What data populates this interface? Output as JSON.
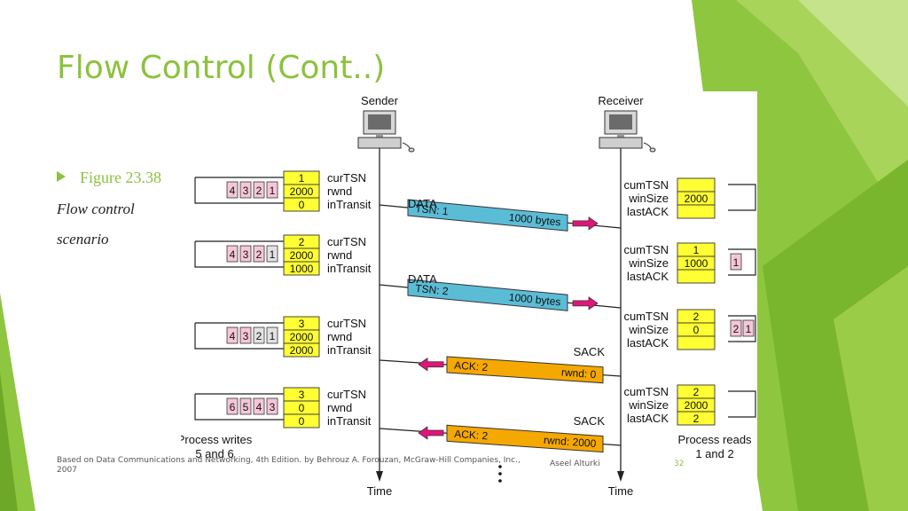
{
  "slide": {
    "title": "Flow Control (Cont..)",
    "bullet": "Figure 23.38",
    "caption_line1": "Flow control",
    "caption_line2": "scenario",
    "page_number": "32"
  },
  "footer": {
    "line1": "Based on Data Communications and Networking, 4th Edition. by Behrouz A. Forouzan,   McGraw-Hill Companies, Inc.,",
    "line2": "2007",
    "author": "Aseel Alturki"
  },
  "figure": {
    "sender_label": "Sender",
    "receiver_label": "Receiver",
    "time_label": "Time",
    "process_writes": [
      "Process writes",
      "5 and 6"
    ],
    "process_reads": [
      "Process reads",
      "1 and 2"
    ],
    "sender_fields": [
      "curTSN",
      "rwnd",
      "inTransit"
    ],
    "receiver_fields": [
      "cumTSN",
      "winSize",
      "lastACK"
    ],
    "sender_states": [
      {
        "buffer": [
          "4",
          "3",
          "2",
          "1"
        ],
        "shaded": [],
        "values": [
          "1",
          "2000",
          "0"
        ]
      },
      {
        "buffer": [
          "4",
          "3",
          "2",
          "1"
        ],
        "shaded": [
          "1"
        ],
        "values": [
          "2",
          "2000",
          "1000"
        ]
      },
      {
        "buffer": [
          "4",
          "3",
          "2",
          "1"
        ],
        "shaded": [
          "2",
          "1"
        ],
        "values": [
          "3",
          "2000",
          "2000"
        ]
      },
      {
        "buffer": [
          "6",
          "5",
          "4",
          "3"
        ],
        "shaded": [],
        "values": [
          "3",
          "0",
          "0"
        ]
      }
    ],
    "receiver_states": [
      {
        "values": [
          "",
          "2000",
          ""
        ],
        "buffer": []
      },
      {
        "values": [
          "1",
          "1000",
          ""
        ],
        "buffer": [
          "1"
        ]
      },
      {
        "values": [
          "2",
          "0",
          ""
        ],
        "buffer": [
          "2",
          "1"
        ]
      },
      {
        "values": [
          "2",
          "2000",
          "2"
        ],
        "buffer": []
      }
    ],
    "messages": [
      {
        "type": "DATA",
        "left": "TSN: 1",
        "right": "1000 bytes",
        "direction": "right",
        "color": "#5bbcd6"
      },
      {
        "type": "DATA",
        "left": "TSN: 2",
        "right": "1000 bytes",
        "direction": "right",
        "color": "#5bbcd6"
      },
      {
        "type": "SACK",
        "left": "ACK: 2",
        "right": "rwnd: 0",
        "direction": "left",
        "color": "#f5a800"
      },
      {
        "type": "SACK",
        "left": "ACK: 2",
        "right": "rwnd: 2000",
        "direction": "left",
        "color": "#f5a800"
      }
    ],
    "colors": {
      "yellow": "#ffff33",
      "pink": "#f6c6d8",
      "arrow": "#e0157a",
      "data": "#5bbcd6",
      "sack": "#f5a800"
    }
  }
}
